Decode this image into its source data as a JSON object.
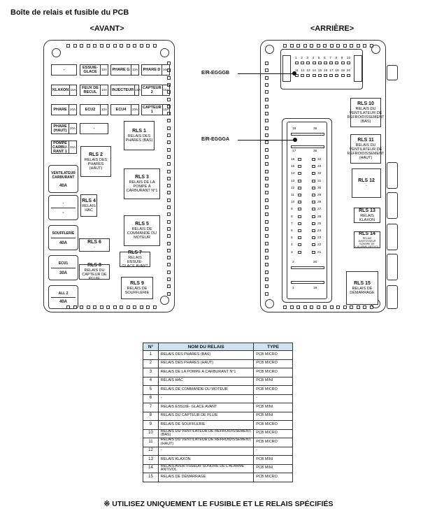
{
  "title": "Boîte de relais et fusible du PCB",
  "front_label": "<AVANT>",
  "rear_label": "<ARRIÈRE>",
  "fuses": [
    {
      "name": "-",
      "amp": ""
    },
    {
      "name": "ESSUIE-GLACE",
      "amp": "10A"
    },
    {
      "name": "PHARE G",
      "amp": "10A"
    },
    {
      "name": "PHARE D",
      "amp": "10A"
    },
    {
      "name": "KLAXON",
      "amp": "15A"
    },
    {
      "name": "FEUX DE RECUL",
      "amp": "10A"
    },
    {
      "name": "INJECTEUR",
      "amp": "15A"
    },
    {
      "name": "CAPTEUR 2",
      "amp": "10A"
    },
    {
      "name": "PHARE",
      "amp": "20A"
    },
    {
      "name": "ECU2",
      "amp": "10A"
    },
    {
      "name": "ECU4",
      "amp": "20A"
    },
    {
      "name": "CAPTEUR 1",
      "amp": "10A"
    },
    {
      "name": "PHARE (HAUT)",
      "amp": "20A"
    },
    {
      "name": "-",
      "amp": ""
    },
    {
      "name": "POMPE CARBU-RANT 1",
      "amp": "20A"
    }
  ],
  "big_fuses": [
    {
      "name": "VENTILATEUR CARBURANT",
      "amp": "40A"
    },
    {
      "name": "-",
      "amp": "-"
    },
    {
      "name": "SOUFFLERIE",
      "amp": "40A"
    },
    {
      "name": "ECU1",
      "amp": "30A"
    },
    {
      "name": "ALL 2",
      "amp": "40A"
    }
  ],
  "relays": [
    {
      "num": "RLS 1",
      "desc": "RELAIS DES PHARES (BAS)"
    },
    {
      "num": "RLS 2",
      "desc": "RELAIS DES PHARES (HAUT)"
    },
    {
      "num": "RLS 3",
      "desc": "RELAIS DE LA POMPE À CARBURANT N°1"
    },
    {
      "num": "RLS 4",
      "desc": "RELAIS HAC"
    },
    {
      "num": "RLS 5",
      "desc": "RELAIS DE COMMANDE DU MOTEUR"
    },
    {
      "num": "RLS 6",
      "desc": "-"
    },
    {
      "num": "RLS 7",
      "desc": "RELAIS ESSUIE-GLACE AVANT"
    },
    {
      "num": "RLS 8",
      "desc": "RELAIS DU CAPTEUR DE PLUIE"
    },
    {
      "num": "RLS 9",
      "desc": "RELAIS DE SOUFFLERIE"
    },
    {
      "num": "RLS 10",
      "desc": "RELAIS DU VENTILATEUR DE REFROIDISSEMENT (BAS)"
    },
    {
      "num": "RLS 11",
      "desc": "RELAIS DU VENTILATEUR DE REFROIDISSEMENT (HAUT)"
    },
    {
      "num": "RLS 12",
      "desc": "-"
    },
    {
      "num": "RLS 13",
      "desc": "RELAIS KLAXON"
    },
    {
      "num": "RLS 14",
      "desc": "RELAIS AVERTISSEUR SONORE DE L'ALARME ANTIVOL"
    },
    {
      "num": "RLS 15",
      "desc": "RELAIS DE DÉMARRAGE"
    }
  ],
  "connectors": {
    "egggb": "E/R-EGGGB",
    "eggga": "E/R-EGGGA"
  },
  "egggb_pins_top": [
    "1",
    "2",
    "3",
    "4",
    "5",
    "6",
    "7",
    "8",
    "9",
    "10"
  ],
  "egggb_pins_bottom": [
    "11",
    "12",
    "13",
    "14",
    "15",
    "16",
    "17",
    "18",
    "19",
    "20"
  ],
  "eggga_pins": {
    "top": [
      "18",
      "36"
    ],
    "sub": [
      "17",
      "35"
    ],
    "left": [
      "16",
      "15",
      "14",
      "13",
      "12",
      "11",
      "10",
      "9",
      "8",
      "7",
      "6",
      "5",
      "4",
      "3"
    ],
    "right": [
      "34",
      "33",
      "32",
      "31",
      "30",
      "29",
      "28",
      "27",
      "26",
      "25",
      "24",
      "23",
      "22",
      "21"
    ],
    "low": [
      "2",
      "20"
    ],
    "bottom": [
      "1",
      "19"
    ]
  },
  "table": {
    "headers": [
      "N°",
      "NOM DU RELAIS",
      "TYPE"
    ],
    "rows": [
      [
        "1",
        "RELAIS DES PHARES (BAS)",
        "PCB MICRO"
      ],
      [
        "2",
        "RELAIS DES PHARES (HAUT)",
        "PCB MICRO"
      ],
      [
        "3",
        "RELAIS DE LA POMPE À CARBURANT N°1",
        "PCB MICRO"
      ],
      [
        "4",
        "RELAIS HAC",
        "PCB MINI"
      ],
      [
        "5",
        "RELAIS DE COMMANDE DU MOTEUR",
        "PCB MICRO"
      ],
      [
        "6",
        "-",
        "-"
      ],
      [
        "7",
        "RELAIS ESSUIE- GLACE AVANT",
        "PCB MINI"
      ],
      [
        "8",
        "RELAIS DU CAPTEUR DE PLUIE",
        "PCB MINI"
      ],
      [
        "9",
        "RELAIS DE SOUFFLERIE",
        "PCB MICRO"
      ],
      [
        "10",
        "RELAIS DU VENTILATEUR DE REFROIDISSEMENT (BAS)",
        "PCB MICRO"
      ],
      [
        "11",
        "RELAIS DU VENTILATEUR DE REFROIDISSEMENT (HAUT)",
        "PCB MICRO"
      ],
      [
        "12",
        "-",
        "-"
      ],
      [
        "13",
        "RELAIS KLAXON",
        "PCB MINI"
      ],
      [
        "14",
        "RELAIS AVERTISSEUR SONORE DE L'ALARME ANTIVOL",
        "PCB MINI"
      ],
      [
        "15",
        "RELAIS DE DÉMARRAGE",
        "PCB MICRO"
      ]
    ]
  },
  "footer": "※ UTILISEZ UNIQUEMENT LE FUSIBLE ET LE RELAIS SPÉCIFIÉS"
}
